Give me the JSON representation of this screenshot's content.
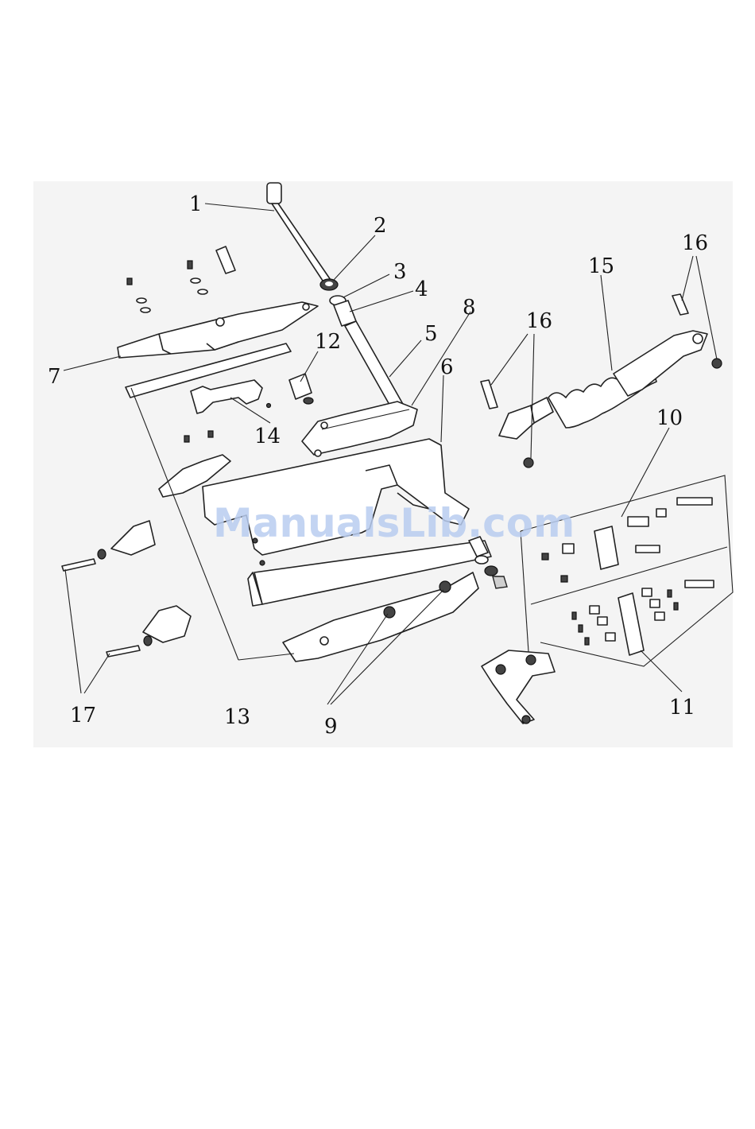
{
  "watermark": "ManualsLib.com",
  "callouts": {
    "c1": "1",
    "c2": "2",
    "c3": "3",
    "c4": "4",
    "c5": "5",
    "c6": "6",
    "c7": "7",
    "c8": "8",
    "c9": "9",
    "c10": "10",
    "c11": "11",
    "c12": "12",
    "c13": "13",
    "c14": "14",
    "c15": "15",
    "c16a": "16",
    "c16b": "16",
    "c17": "17"
  }
}
